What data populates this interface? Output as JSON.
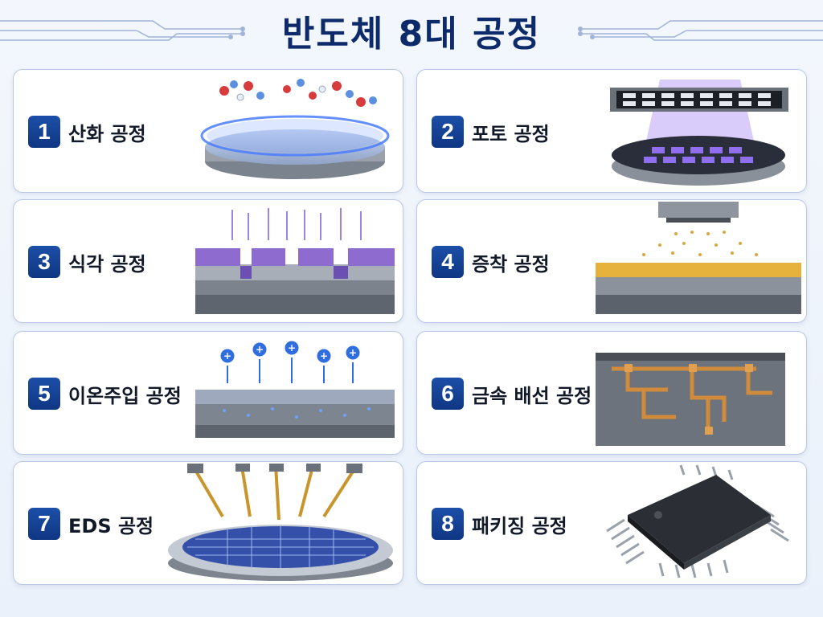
{
  "page": {
    "title": "반도체 8대 공정"
  },
  "steps": [
    {
      "number": "1",
      "label": "산화 공정",
      "icon": "oxidation-wafer-icon"
    },
    {
      "number": "2",
      "label": "포토 공정",
      "icon": "photomask-exposure-icon"
    },
    {
      "number": "3",
      "label": "식각 공정",
      "icon": "etching-layers-icon"
    },
    {
      "number": "4",
      "label": "증착 공정",
      "icon": "deposition-layer-icon"
    },
    {
      "number": "5",
      "label": "이온주입 공정",
      "icon": "ion-implantation-icon"
    },
    {
      "number": "6",
      "label": "금속 배선 공정",
      "icon": "metal-wiring-icon"
    },
    {
      "number": "7",
      "label": "EDS 공정",
      "icon": "probe-test-wafer-icon"
    },
    {
      "number": "8",
      "label": "패키징 공정",
      "icon": "chip-package-icon"
    }
  ],
  "colors": {
    "title": "#0d2a6b",
    "badge": "#1c4fa8",
    "card_border": "#b9c9e6"
  }
}
